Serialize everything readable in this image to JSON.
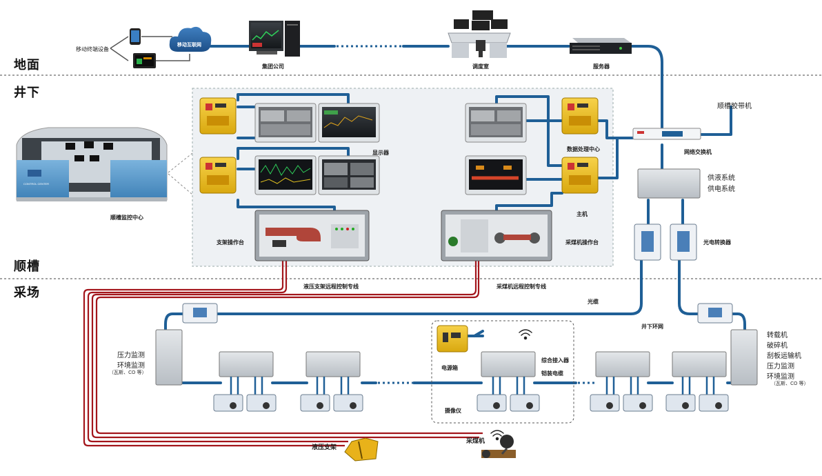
{
  "zones": {
    "surface": "地面",
    "underground": "井下",
    "roadway": "顺槽",
    "workface": "采场"
  },
  "surface": {
    "mobile_terminal": "移动终端设备",
    "internet": "移动互联网",
    "group_company": "集团公司",
    "dispatch_room": "调度室",
    "server": "服务器"
  },
  "underground": {
    "monitoring_center": "顺槽监控中心",
    "monitoring_center_sign": "CONTROL CENTER",
    "display": "显示器",
    "data_center": "数据处理中心",
    "host": "主机",
    "support_console": "支架操作台",
    "shearer_console": "采煤机操作台",
    "conveyor": "顺槽胶带机",
    "switch": "网络交换机",
    "liquid_supply": "供液系统",
    "power_supply": "供电系统",
    "optical_converter": "光电转换器"
  },
  "workface": {
    "hydraulic_line": "液压支架远程控制专线",
    "shearer_line": "采煤机远程控制专线",
    "fiber": "光缆",
    "ring_network": "井下环网",
    "left_pressure": "压力监测",
    "left_env": "环境监测",
    "left_env_note": "（瓦斯、CO 等）",
    "power_box": "电源箱",
    "access_unit": "综合接入器",
    "armored_cable": "铠装电缆",
    "camera": "摄像仪",
    "right_list": [
      "转载机",
      "破碎机",
      "刮板运输机",
      "压力监测",
      "环境监测"
    ],
    "right_env_note": "（瓦斯、CO 等）",
    "hydraulic_support": "液压支架",
    "shearer": "采煤机"
  },
  "colors": {
    "network": "#1f5f96",
    "control_line": "#a3151b",
    "explosion_box": "#f1c40f",
    "device_gray": "#c9ced4",
    "panel_bg": "#eef1f4"
  }
}
